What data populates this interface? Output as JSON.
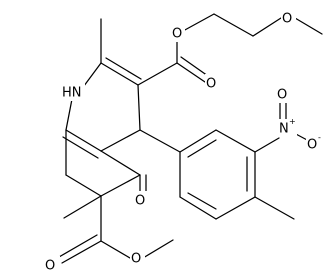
{
  "labels": {
    "nh": "HN",
    "o_ketone": "O",
    "o_ester_top_single": "O",
    "o_ester_top_double": "O",
    "o_methoxy": "O",
    "n_nitro": "N",
    "n_charge": "+",
    "o_nitro_double": "O",
    "o_nitro_single": "O",
    "o_nitro_charge": "-",
    "o_ester_bottom_double": "O",
    "o_ester_bottom_single": "O"
  }
}
